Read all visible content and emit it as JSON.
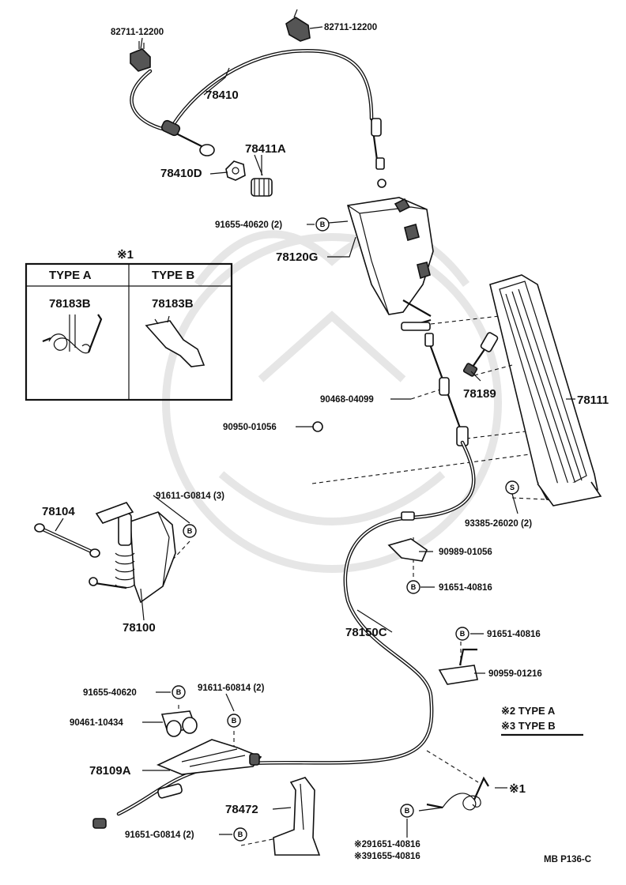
{
  "labels": {
    "clip_left": "82711-12200",
    "clip_right": "82711-12200",
    "cable_upper": "78410",
    "sleeve": "78411A",
    "nut": "78410D",
    "bolt_top": "91655-40620 (2)",
    "bracket_top": "78120G",
    "link_rod": "78189",
    "clip_mid": "90468-04099",
    "pedal": "78111",
    "nut_mid": "90950-01056",
    "rod": "78104",
    "bolt_left": "91611-G0814 (3)",
    "actuator": "78100",
    "screw_pedal": "93385-26020 (2)",
    "clamp": "90989-01056",
    "bolt_clamp": "91651-40816",
    "cable_lower": "78150C",
    "bolt_right": "91651-40816",
    "clamp_right": "90959-01216",
    "bolt_lowleft": "91655-40620",
    "bolt_lowmid": "91611-60814 (2)",
    "clamp_lowleft": "90461-10434",
    "bracket_low": "78109A",
    "bracket_small": "78472",
    "bolt_bottom": "91651-G0814 (2)",
    "spring_ref": "※1",
    "bolt_type2": "※291651-40816",
    "bolt_type3": "※391655-40816",
    "page_code": "MB  P136-C"
  },
  "inset": {
    "ref": "※1",
    "type_a": "TYPE  A",
    "type_b": "TYPE  B",
    "part_a": "78183B",
    "part_b": "78183B"
  },
  "legend": {
    "row1": "※2 TYPE  A",
    "row2": "※3 TYPE  B"
  },
  "badges": {
    "b": "B",
    "s": "S"
  }
}
